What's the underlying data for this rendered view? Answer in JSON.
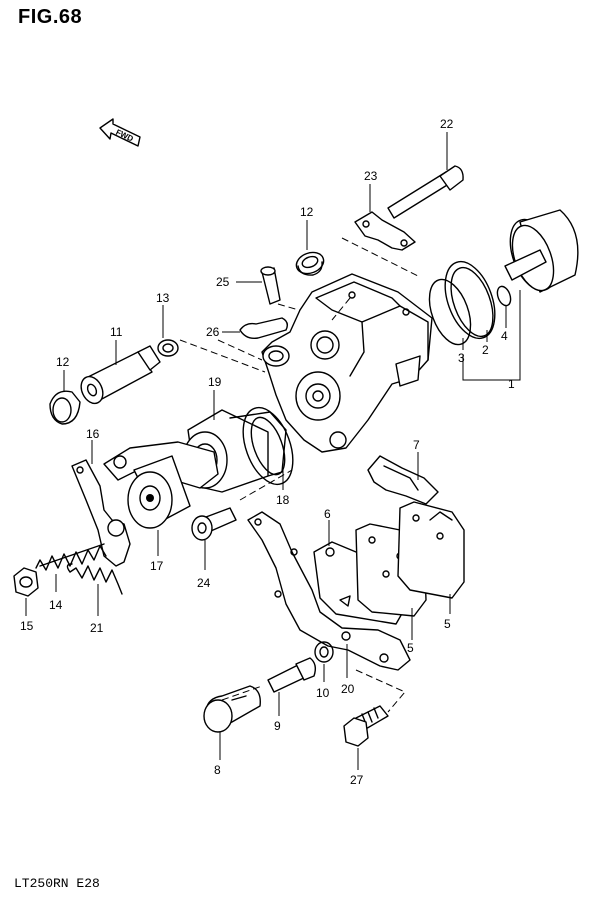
{
  "header": {
    "title": "FIG.68"
  },
  "footer": {
    "model": "LT250RN  E28"
  },
  "arrow": {
    "label": "FWD"
  },
  "callouts": {
    "c1": "1",
    "c2": "2",
    "c3": "3",
    "c4": "4",
    "c5a": "5",
    "c5b": "5",
    "c6": "6",
    "c7": "7",
    "c8": "8",
    "c9": "9",
    "c10": "10",
    "c11": "11",
    "c12a": "12",
    "c12b": "12",
    "c13": "13",
    "c14": "14",
    "c15": "15",
    "c16": "16",
    "c17": "17",
    "c18": "18",
    "c19": "19",
    "c20": "20",
    "c21": "21",
    "c22": "22",
    "c23": "23",
    "c24": "24",
    "c25": "25",
    "c26": "26",
    "c27": "27"
  }
}
